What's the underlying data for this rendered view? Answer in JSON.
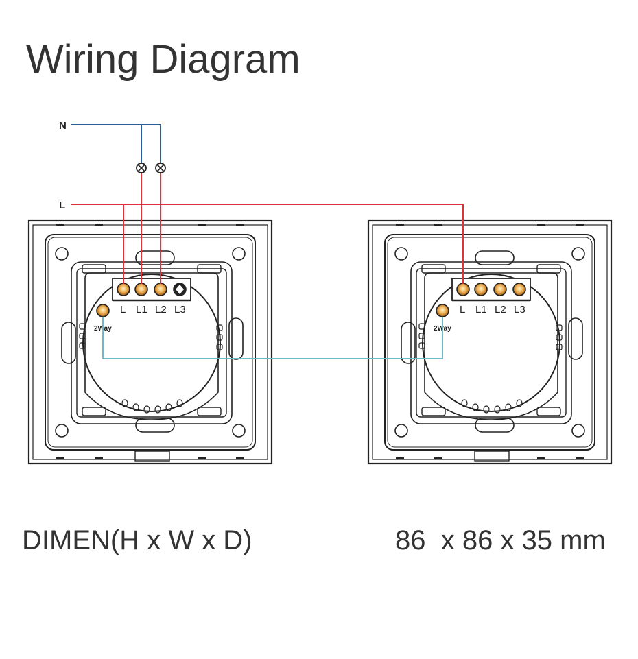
{
  "title": "Wiring Diagram",
  "wires": {
    "neutral_label": "N",
    "live_label": "L",
    "neutral_color": "#2a5d9c",
    "live_color": "#e0303a",
    "traveler_color": "#6bbcc6"
  },
  "switches": [
    {
      "terminals": [
        "L",
        "L1",
        "L2",
        "L3"
      ],
      "two_way_label": "2Way"
    },
    {
      "terminals": [
        "L",
        "L1",
        "L2",
        "L3"
      ],
      "two_way_label": "2Way"
    }
  ],
  "dimensions": {
    "label": "DIMEN(H x W x D)",
    "value": "86  x 86 x 35 mm"
  }
}
